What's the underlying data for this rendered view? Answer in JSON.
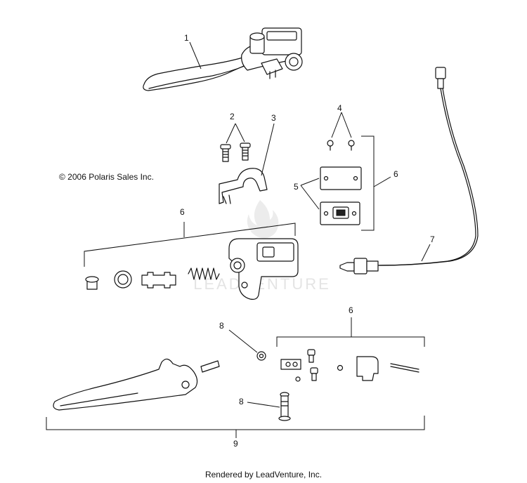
{
  "copyright": "© 2006 Polaris Sales Inc.",
  "watermark": "LEADVENTURE",
  "footer": "Rendered by LeadVenture, Inc.",
  "callouts": {
    "c1": "1",
    "c2": "2",
    "c3": "3",
    "c4": "4",
    "c5": "5",
    "c6a": "6",
    "c6b": "6",
    "c6c": "6",
    "c7": "7",
    "c8a": "8",
    "c8b": "8",
    "c9": "9"
  }
}
